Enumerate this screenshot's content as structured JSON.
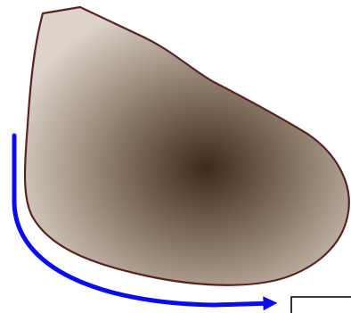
{
  "colors": {
    "background": "#ffffff",
    "shape_outline": "#5a2222",
    "shape_gradient_center": "#3d2a18",
    "shape_gradient_mid": "#8c7a68",
    "shape_gradient_edge": "#ddd3ca",
    "arrow": "#0b0bf0",
    "frame_stroke": "#000000"
  },
  "elements": {
    "blob": {
      "kind": "shaded-organic-shape",
      "shading": "radial"
    },
    "arrow": {
      "kind": "curved-arrow",
      "direction": "down-then-right"
    },
    "frame": {
      "kind": "open-rectangle-corner",
      "position": "bottom-right"
    }
  }
}
